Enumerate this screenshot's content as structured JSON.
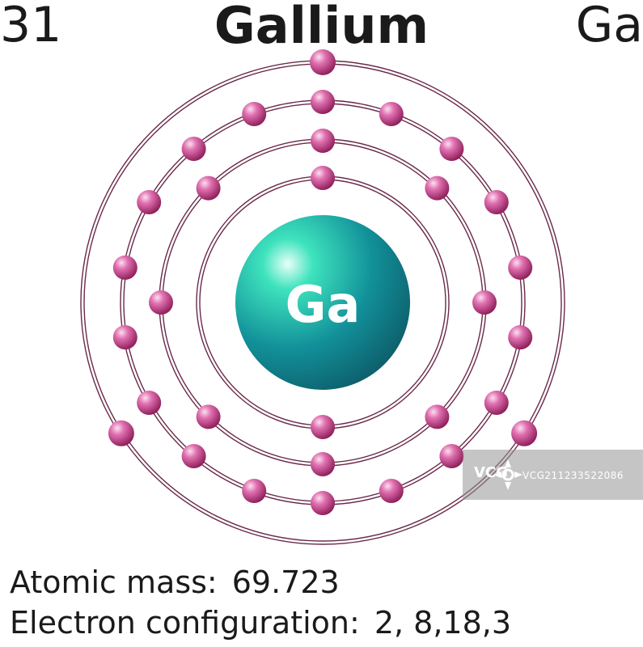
{
  "header": {
    "atomic_number": "31",
    "element_name": "Gallium",
    "element_symbol": "Ga"
  },
  "nucleus": {
    "label": "Ga",
    "color_light": "#3ee3bd",
    "color_dark": "#0d5f6b"
  },
  "shells": {
    "electron_counts": [
      2,
      8,
      18,
      3
    ],
    "electron_color": "#c0307a",
    "orbit_color": "#6a2a4a"
  },
  "info": {
    "mass_label": "Atomic mass:",
    "mass_value": "69.723",
    "config_label": "Electron configuration:",
    "config_value": "2, 8,18,3"
  },
  "watermark": {
    "logo_text": "VCG",
    "code": "VCG211233522086"
  }
}
